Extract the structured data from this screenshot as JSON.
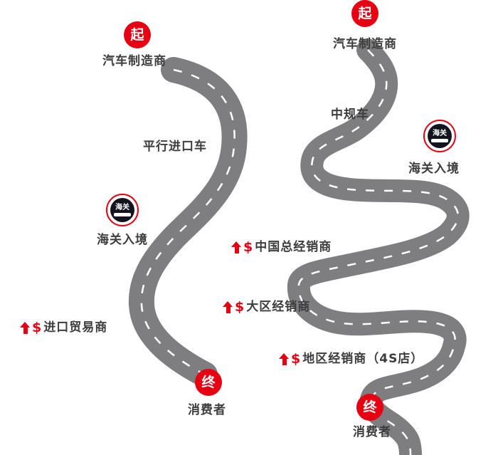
{
  "left_route": {
    "start_badge": "起",
    "start_label": "汽车制造商",
    "route_name": "平行进口车",
    "customs_label": "海关入境",
    "steps": [
      {
        "currency": "$",
        "label": "进口贸易商"
      }
    ],
    "end_badge": "终",
    "end_label": "消费者"
  },
  "right_route": {
    "start_badge": "起",
    "start_label": "汽车制造商",
    "route_name": "中规车",
    "customs_label": "海关入境",
    "steps": [
      {
        "currency": "$",
        "label": "中国总经销商"
      },
      {
        "currency": "$",
        "label": "大区经销商"
      },
      {
        "currency": "$",
        "label": "地区经销商（4S店）"
      }
    ],
    "end_badge": "终",
    "end_label": "消费者"
  },
  "customs_stamp": {
    "text": "海关"
  },
  "colors": {
    "road": "#7e7e80",
    "accent_red": "#e60012",
    "label_text": "#3d3d3d"
  }
}
